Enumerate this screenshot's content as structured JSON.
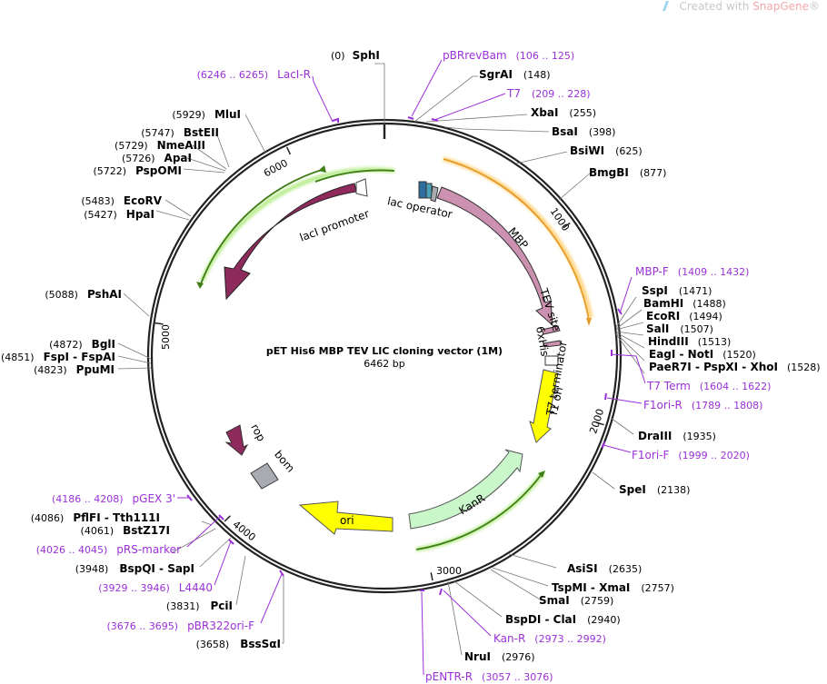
{
  "watermark": {
    "prefix": "Created with ",
    "brand": "SnapGene",
    "mark": "®"
  },
  "plasmid": {
    "name": "pET His6 MBP TEV LIC cloning vector (1M)",
    "length": "6462 bp"
  },
  "ruler_ticks": [
    "1000",
    "2000",
    "3000",
    "4000",
    "5000",
    "6000"
  ],
  "features": {
    "lacI": "lacI",
    "lacI_promoter": "lacI promoter",
    "lac_operator": "lac operator",
    "MBP": "MBP",
    "TEV_site": "TEV site",
    "His": "6xHis",
    "T7_terminator": "T7 terminator",
    "f1_ori": "f1 ori",
    "KanR": "KanR",
    "ori": "ori",
    "rop": "rop",
    "bom": "bom"
  },
  "site_labels": [
    {
      "pos": "(0)",
      "name": "SphI"
    },
    {
      "pos": "(148)",
      "name": "SgrAI"
    },
    {
      "pos": "(255)",
      "name": "XbaI"
    },
    {
      "pos": "(398)",
      "name": "BsaI"
    },
    {
      "pos": "(625)",
      "name": "BsiWI"
    },
    {
      "pos": "(877)",
      "name": "BmgBI"
    },
    {
      "pos": "(1471)",
      "name": "SspI"
    },
    {
      "pos": "(1488)",
      "name": "BamHI"
    },
    {
      "pos": "(1494)",
      "name": "EcoRI"
    },
    {
      "pos": "(1507)",
      "name": "SalI"
    },
    {
      "pos": "(1513)",
      "name": "HindIII"
    },
    {
      "pos": "(1520)",
      "name": "EagI - NotI"
    },
    {
      "pos": "(1528)",
      "name": "PaeR7I - PspXI - XhoI"
    },
    {
      "pos": "(1935)",
      "name": "DraIII"
    },
    {
      "pos": "(2138)",
      "name": "SpeI"
    },
    {
      "pos": "(2635)",
      "name": "AsiSI"
    },
    {
      "pos": "(2757)",
      "name": "TspMI - XmaI"
    },
    {
      "pos": "(2759)",
      "name": "SmaI"
    },
    {
      "pos": "(2940)",
      "name": "BspDI - ClaI"
    },
    {
      "pos": "(2976)",
      "name": "NruI"
    },
    {
      "pos": "(3658)",
      "name": "BssSαI"
    },
    {
      "pos": "(3831)",
      "name": "PciI"
    },
    {
      "pos": "(3948)",
      "name": "BspQI - SapI"
    },
    {
      "pos": "(4061)",
      "name": "BstZ17I"
    },
    {
      "pos": "(4086)",
      "name": "PflFI - Tth111I"
    },
    {
      "pos": "(4823)",
      "name": "PpuMI"
    },
    {
      "pos": "(4851)",
      "name": "FspI - FspAI"
    },
    {
      "pos": "(4872)",
      "name": "BglI"
    },
    {
      "pos": "(5088)",
      "name": "PshAI"
    },
    {
      "pos": "(5427)",
      "name": "HpaI"
    },
    {
      "pos": "(5483)",
      "name": "EcoRV"
    },
    {
      "pos": "(5722)",
      "name": "PspOMI"
    },
    {
      "pos": "(5726)",
      "name": "ApaI"
    },
    {
      "pos": "(5729)",
      "name": "NmeAIII"
    },
    {
      "pos": "(5747)",
      "name": "BstEII"
    },
    {
      "pos": "(5929)",
      "name": "MluI"
    }
  ],
  "primer_labels": [
    {
      "name": "pBRrevBam",
      "range": "(106 .. 125)"
    },
    {
      "name": "T7",
      "range": "(209 .. 228)"
    },
    {
      "name": "MBP-F",
      "range": "(1409 .. 1432)"
    },
    {
      "name": "T7 Term",
      "range": "(1604 .. 1622)"
    },
    {
      "name": "F1ori-R",
      "range": "(1789 .. 1808)"
    },
    {
      "name": "F1ori-F",
      "range": "(1999 .. 2020)"
    },
    {
      "name": "Kan-R",
      "range": "(2973 .. 2992)"
    },
    {
      "name": "pENTR-R",
      "range": "(3057 .. 3076)"
    },
    {
      "name": "pBR322ori-F",
      "range": "(3676 .. 3695)"
    },
    {
      "name": "L4440",
      "range": "(3929 .. 3946)"
    },
    {
      "name": "pRS-marker",
      "range": "(4026 .. 4045)"
    },
    {
      "name": "pGEX 3'",
      "range": "(4186 .. 4208)"
    },
    {
      "name": "LacI-R",
      "range": "(6246 .. 6265)"
    }
  ],
  "colors": {
    "lacI": "#8f2a5c",
    "MBP": "#cc91b0",
    "f1_ori": "#ffff00",
    "ori": "#ffff00",
    "KanR": "#c9f7c9",
    "bom": "#a8abb1",
    "primer": "#9b30d9",
    "orf_orange": "#f0a030",
    "orf_green": "#4a8a1a"
  }
}
